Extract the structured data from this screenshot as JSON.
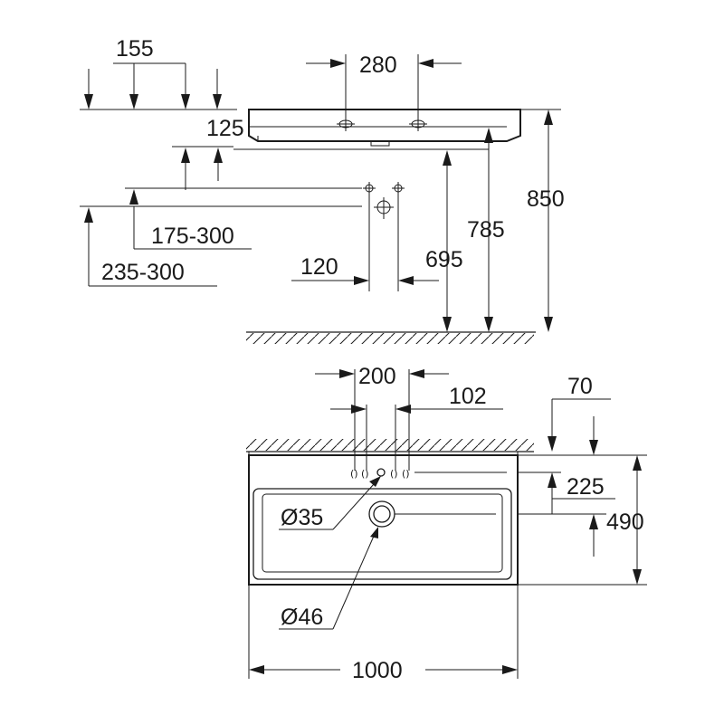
{
  "drawing": {
    "side_view": {
      "dim_155": "155",
      "dim_280": "280",
      "dim_125": "125",
      "dim_850": "850",
      "dim_175_300": "175-300",
      "dim_785": "785",
      "dim_235_300": "235-300",
      "dim_695": "695",
      "dim_120": "120"
    },
    "top_view": {
      "dim_200": "200",
      "dim_102": "102",
      "dim_70": "70",
      "dim_225": "225",
      "dim_490": "490",
      "dia_35": "Ø35",
      "dia_46": "Ø46",
      "dim_1000": "1000"
    }
  }
}
